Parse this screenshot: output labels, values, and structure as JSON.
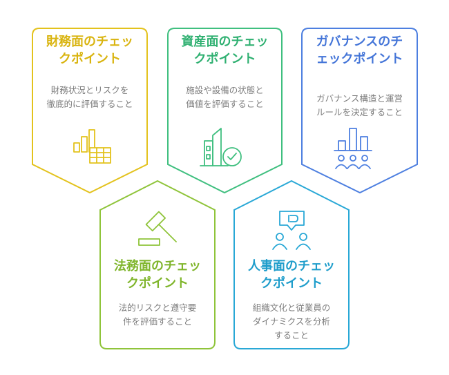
{
  "cards": [
    {
      "title_lines": [
        "財務面のチェッ",
        "クポイント"
      ],
      "desc_lines": [
        "財務状況とリスクを",
        "徹底的に評価すること"
      ],
      "icon": "bar-chart-table-icon",
      "color": "#e3c21c",
      "title_color": "#d9b40f"
    },
    {
      "title_lines": [
        "資産面のチェッ",
        "クポイント"
      ],
      "desc_lines": [
        "施設や設備の状態と",
        "価値を評価すること"
      ],
      "icon": "building-check-icon",
      "color": "#3fbf7f",
      "title_color": "#2fb071"
    },
    {
      "title_lines": [
        "ガバナンスのチ",
        "ェックポイント"
      ],
      "desc_lines": [
        "ガバナンス構造と運営",
        "ルールを決定すること"
      ],
      "icon": "org-chart-people-icon",
      "color": "#4d7fe0",
      "title_color": "#4475d8"
    },
    {
      "title_lines": [
        "法務面のチェッ",
        "クポイント"
      ],
      "desc_lines": [
        "法的リスクと遵守要",
        "件を評価すること"
      ],
      "icon": "gavel-icon",
      "color": "#8fc43a",
      "title_color": "#7fb52b"
    },
    {
      "title_lines": [
        "人事面のチェッ",
        "クポイント"
      ],
      "desc_lines": [
        "組織文化と従業員の",
        "ダイナミクスを分析",
        "すること"
      ],
      "icon": "people-discussion-icon",
      "color": "#29a8d6",
      "title_color": "#1e9dcb"
    }
  ]
}
